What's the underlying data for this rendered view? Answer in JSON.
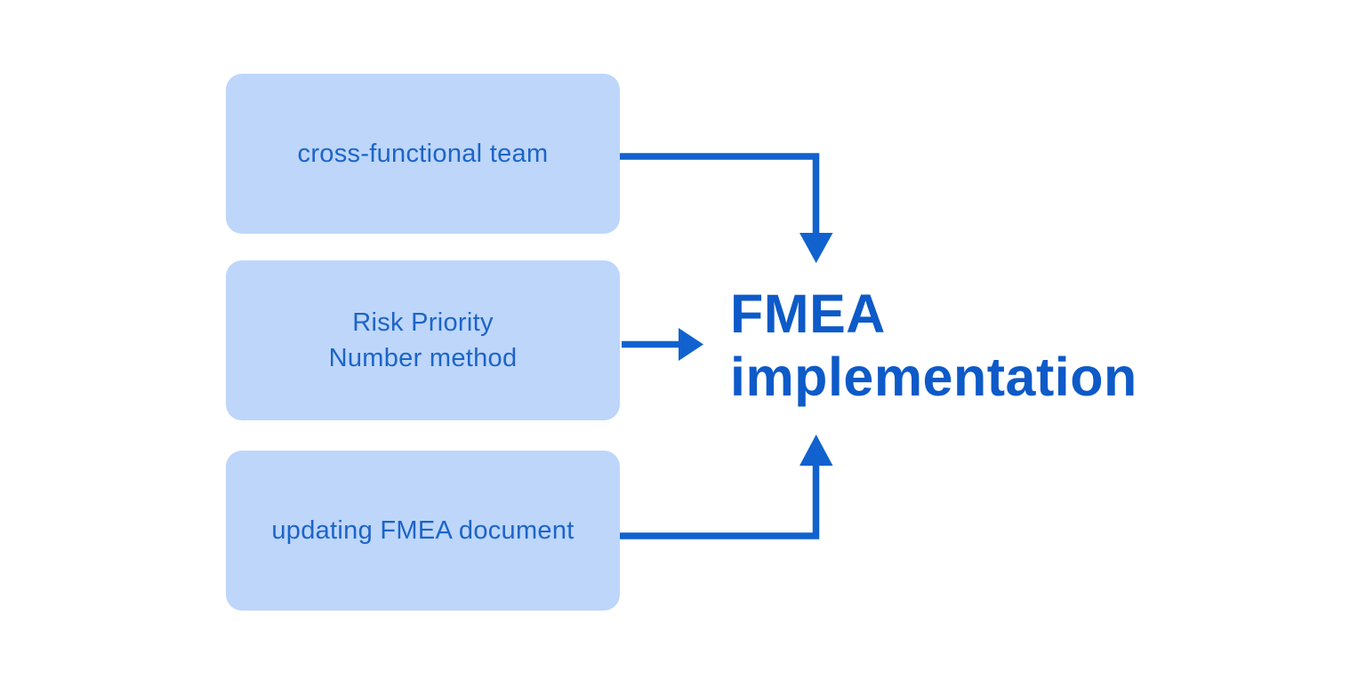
{
  "diagram": {
    "title": {
      "text": "FMEA\nimplementation",
      "color": "#0d5ac8"
    },
    "boxes": [
      {
        "id": "cross-functional-team",
        "label": "cross-functional team"
      },
      {
        "id": "risk-priority-number-method",
        "label": "Risk Priority\nNumber method"
      },
      {
        "id": "updating-fmea-document",
        "label": "updating FMEA document"
      }
    ],
    "box_style": {
      "fill": "#bdd6fa",
      "text_color": "#1d64c8"
    },
    "arrow_color": "#1162ce",
    "arrows": [
      {
        "from": "cross-functional-team",
        "to": "fmea-implementation",
        "shape": "right-then-down"
      },
      {
        "from": "risk-priority-number-method",
        "to": "fmea-implementation",
        "shape": "right"
      },
      {
        "from": "updating-fmea-document",
        "to": "fmea-implementation",
        "shape": "right-then-up"
      }
    ],
    "background": "#ffffff"
  }
}
